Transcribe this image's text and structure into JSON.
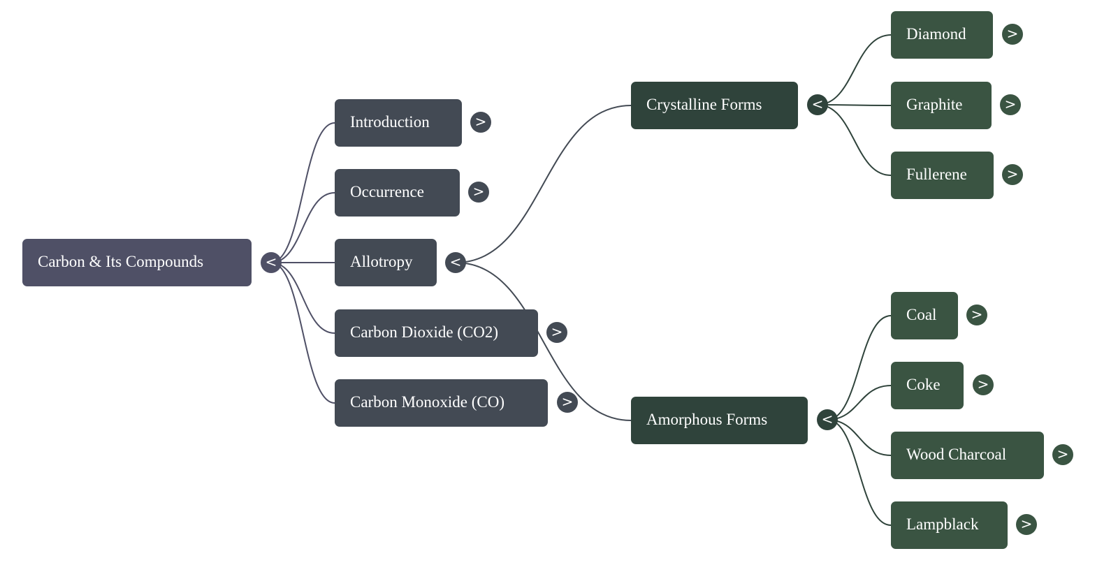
{
  "colors": {
    "root": "#4f5066",
    "level1": "#434a54",
    "level2": "#2f433b",
    "level3": "#3a5442",
    "edge_root": "#4f5066",
    "edge_l1": "#434a54",
    "edge_l2": "#2f433b"
  },
  "icons": {
    "collapse": "<",
    "expand": ">"
  },
  "mindmap": {
    "id": "root",
    "label": "Carbon & Its Compounds",
    "expanded": true,
    "children": [
      {
        "id": "introduction",
        "label": "Introduction",
        "expanded": false
      },
      {
        "id": "occurrence",
        "label": "Occurrence",
        "expanded": false
      },
      {
        "id": "allotropy",
        "label": "Allotropy",
        "expanded": true,
        "children": [
          {
            "id": "crystalline",
            "label": "Crystalline Forms",
            "expanded": true,
            "children": [
              {
                "id": "diamond",
                "label": "Diamond",
                "expanded": false
              },
              {
                "id": "graphite",
                "label": "Graphite",
                "expanded": false
              },
              {
                "id": "fullerene",
                "label": "Fullerene",
                "expanded": false
              }
            ]
          },
          {
            "id": "amorphous",
            "label": "Amorphous Forms",
            "expanded": true,
            "children": [
              {
                "id": "coal",
                "label": "Coal",
                "expanded": false
              },
              {
                "id": "coke",
                "label": "Coke",
                "expanded": false
              },
              {
                "id": "wood-charcoal",
                "label": "Wood Charcoal",
                "expanded": false
              },
              {
                "id": "lampblack",
                "label": "Lampblack",
                "expanded": false
              }
            ]
          }
        ]
      },
      {
        "id": "carbon-dioxide",
        "label": "Carbon Dioxide (CO2)",
        "expanded": false
      },
      {
        "id": "carbon-monoxide",
        "label": "Carbon Monoxide (CO)",
        "expanded": false
      }
    ]
  }
}
